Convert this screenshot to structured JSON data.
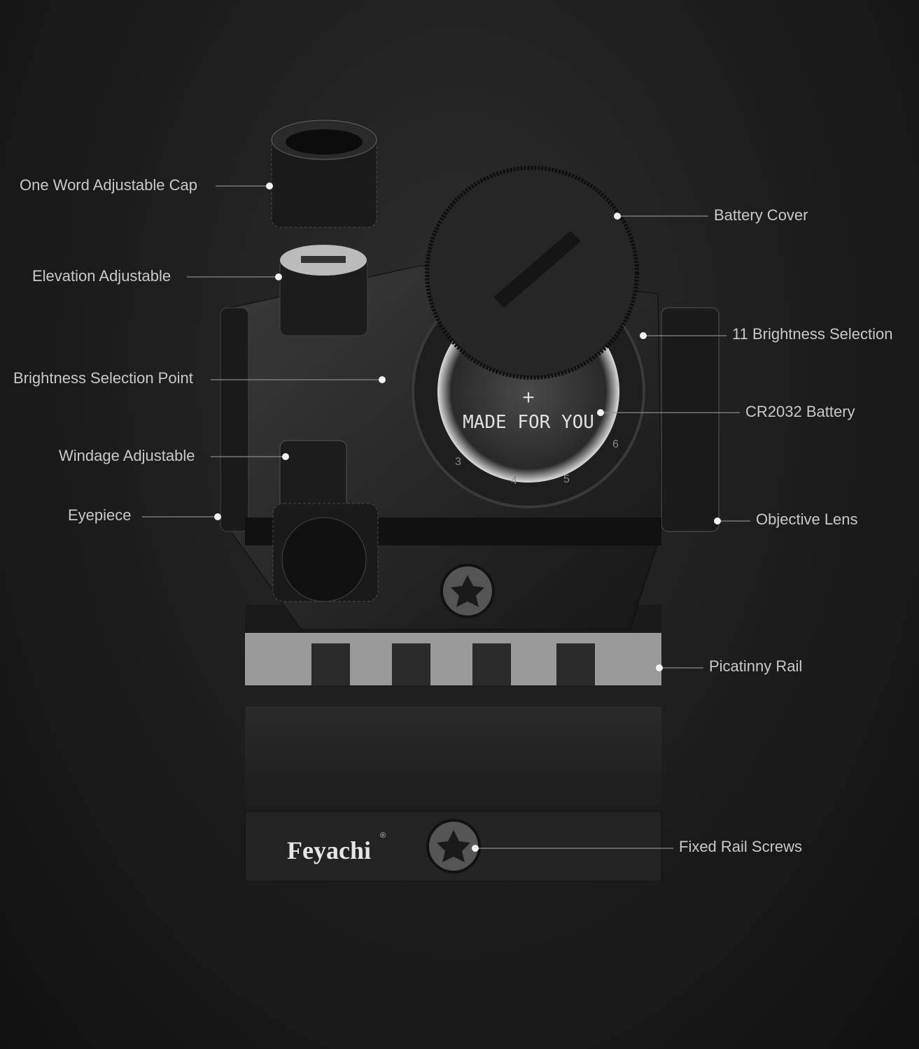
{
  "labels": {
    "cap": "One Word Adjustable Cap",
    "elevation": "Elevation Adjustable",
    "brightness_point": "Brightness Selection Point",
    "windage": "Windage Adjustable",
    "eyepiece": "Eyepiece",
    "battery_cover": "Battery Cover",
    "brightness_selection": "11 Brightness Selection",
    "battery": "CR2032 Battery",
    "objective": "Objective Lens",
    "rail": "Picatinny Rail",
    "screws": "Fixed Rail Screws"
  },
  "battery_text": "MADE FOR YOU",
  "dial_numbers": [
    "3",
    "4",
    "5",
    "6"
  ],
  "brand": "Feyachi",
  "colors": {
    "background": "#1c1c1c",
    "label": "#c9c9c9",
    "leader": "#8a8a8a"
  }
}
